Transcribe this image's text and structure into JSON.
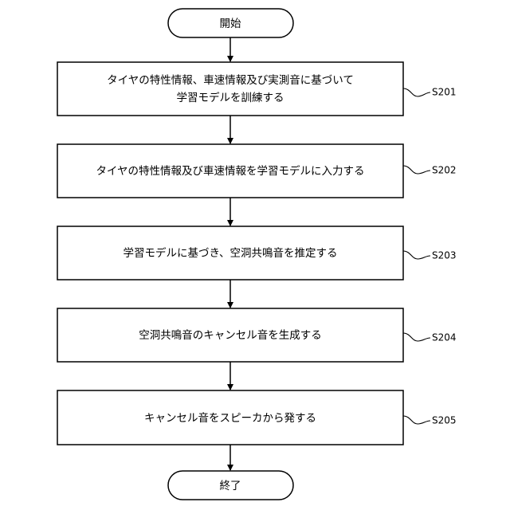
{
  "flowchart": {
    "start": {
      "label": "開始"
    },
    "steps": [
      {
        "id": "S201",
        "lines": [
          "タイヤの特性情報、車速情報及び実測音に基づいて",
          "学習モデルを訓練する"
        ]
      },
      {
        "id": "S202",
        "lines": [
          "タイヤの特性情報及び車速情報を学習モデルに入力する"
        ]
      },
      {
        "id": "S203",
        "lines": [
          "学習モデルに基づき、空洞共鳴音を推定する"
        ]
      },
      {
        "id": "S204",
        "lines": [
          "空洞共鳴音のキャンセル音を生成する"
        ]
      },
      {
        "id": "S205",
        "lines": [
          "キャンセル音をスピーカから発する"
        ]
      }
    ],
    "end": {
      "label": "終了"
    }
  }
}
